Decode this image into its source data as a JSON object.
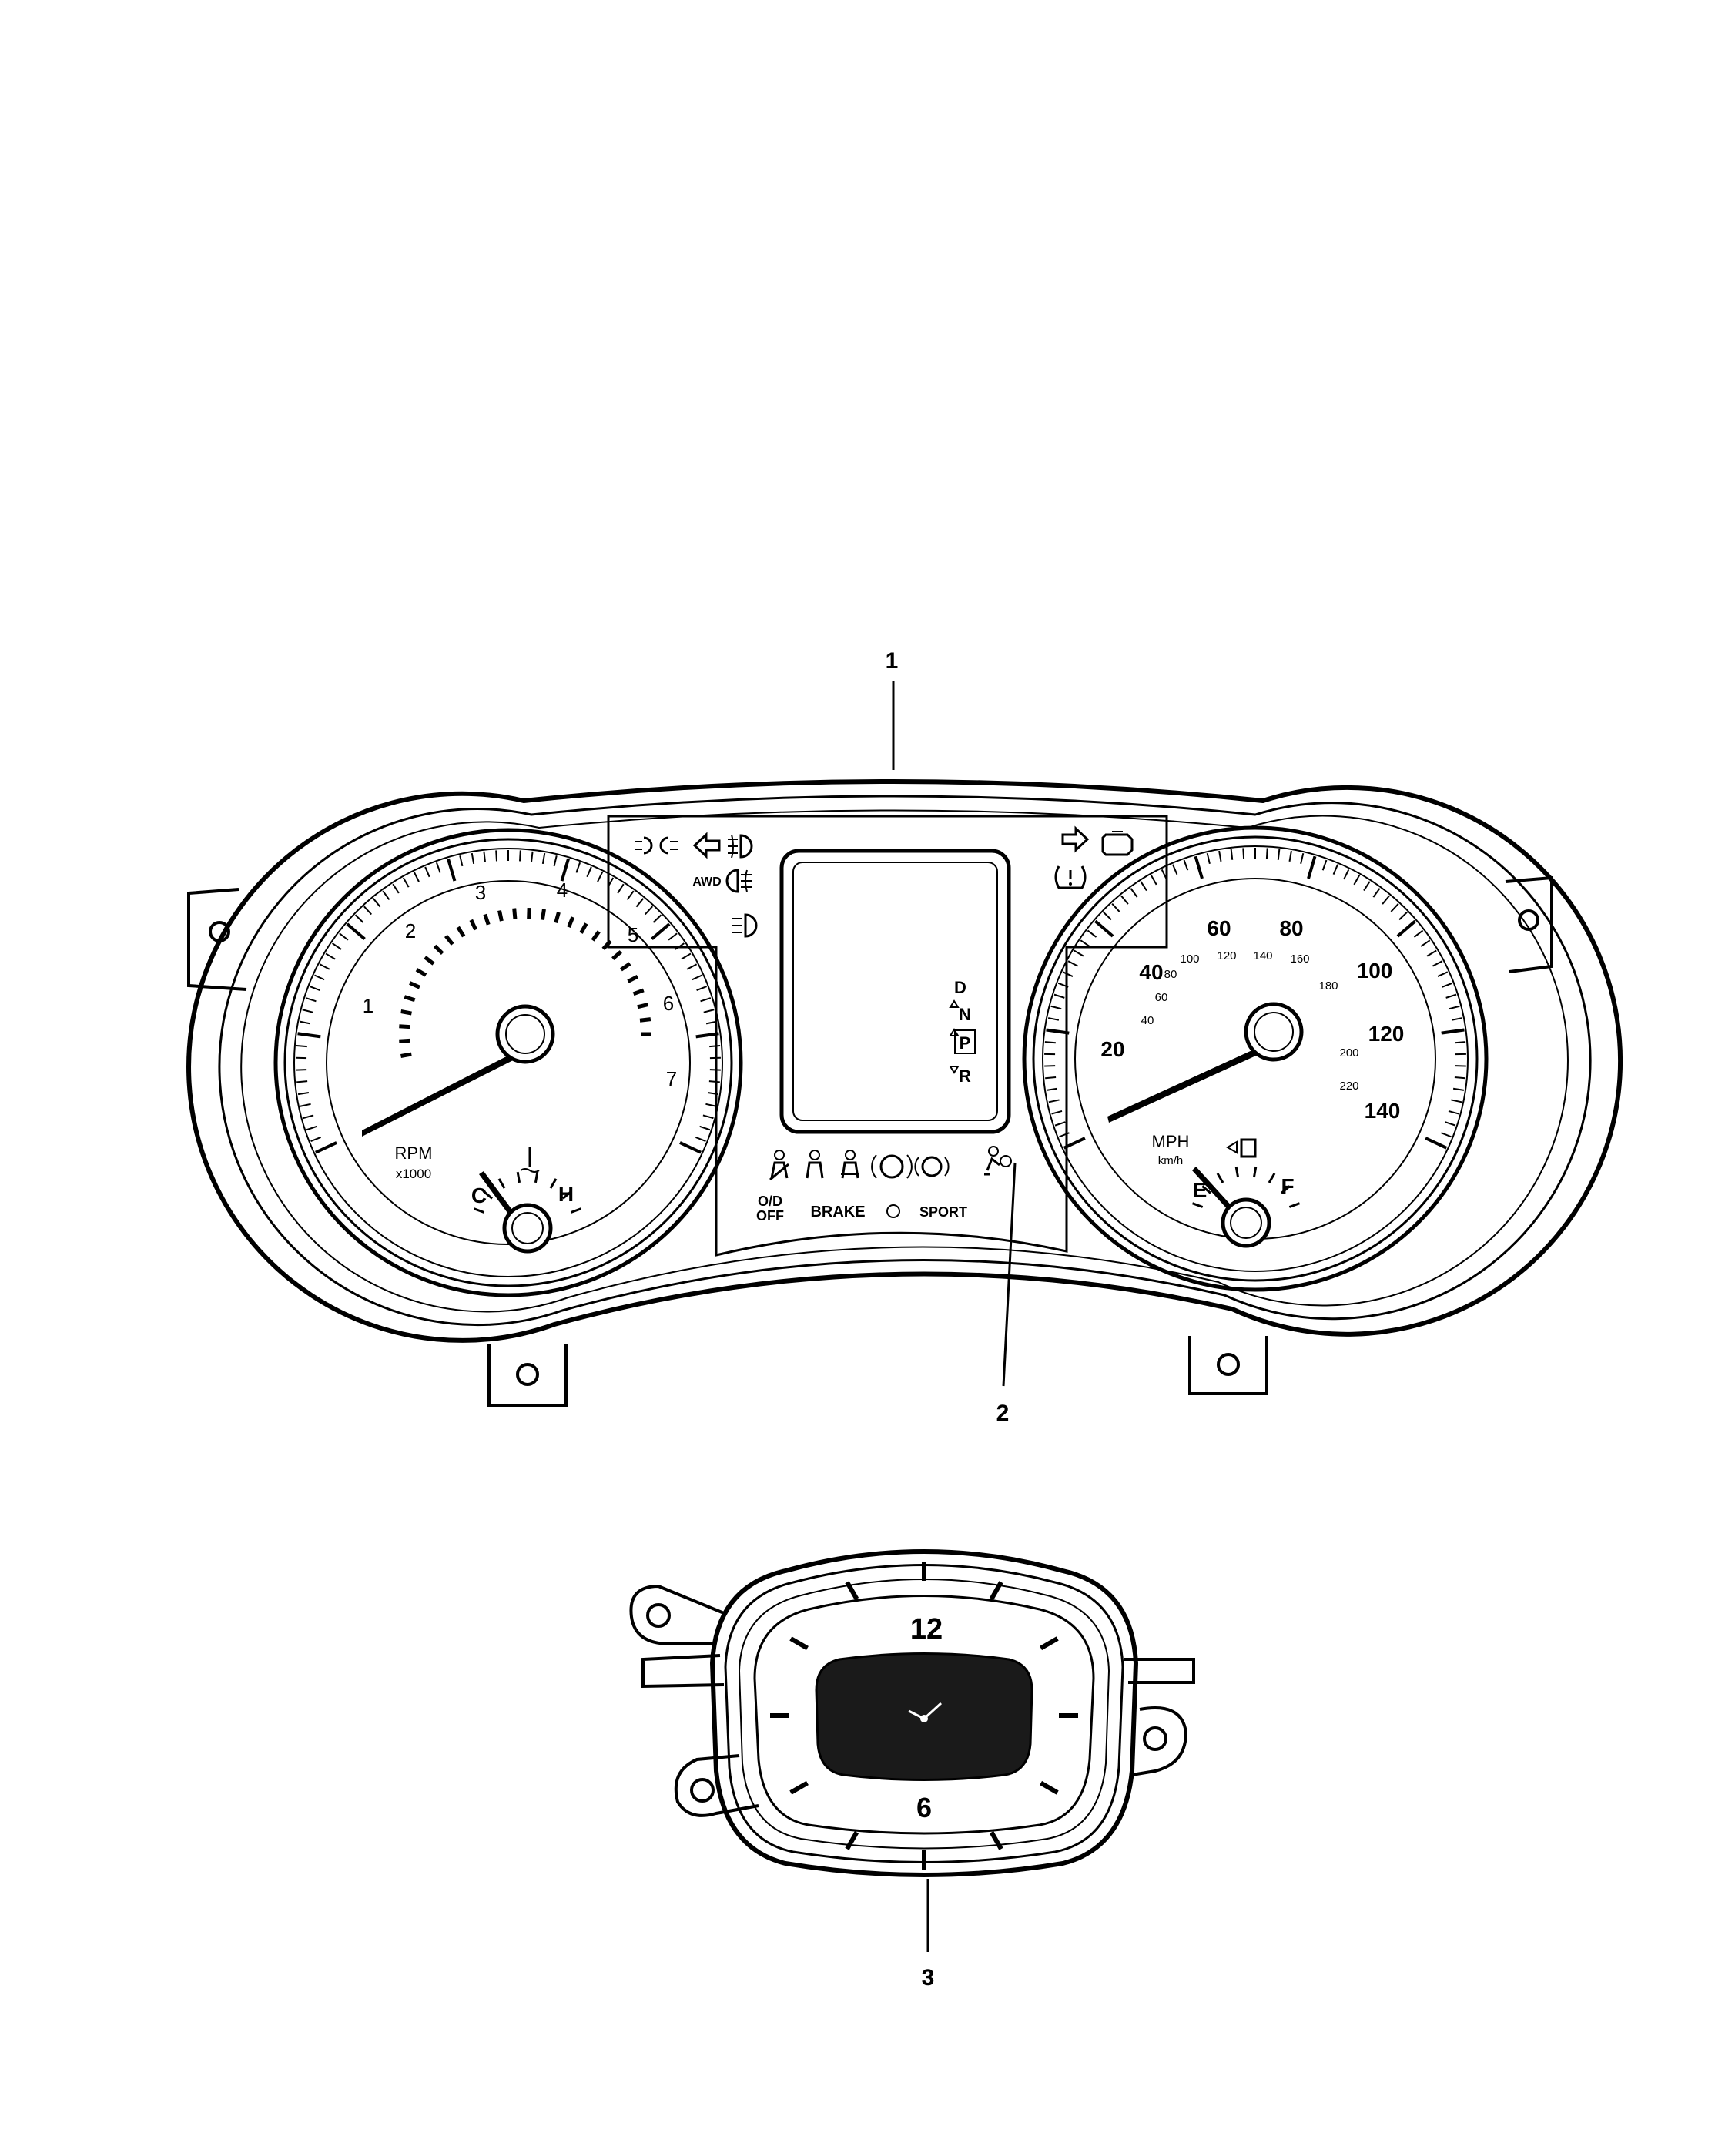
{
  "callouts": [
    {
      "num": "1",
      "part": "instrument-cluster"
    },
    {
      "num": "2",
      "part": "cluster-lens"
    },
    {
      "num": "3",
      "part": "clock"
    }
  ],
  "tachometer": {
    "ticks": [
      "1",
      "2",
      "3",
      "4",
      "5",
      "6",
      "7"
    ],
    "label": "RPM",
    "unit": "x1000",
    "temp_low": "C",
    "temp_high": "H"
  },
  "speedometer": {
    "mph_ticks": [
      "20",
      "40",
      "60",
      "80",
      "100",
      "120",
      "140"
    ],
    "kmh_ticks": [
      "40",
      "60",
      "80",
      "100",
      "120",
      "140",
      "160",
      "180",
      "200",
      "220"
    ],
    "label": "MPH",
    "unit": "km/h",
    "fuel_empty": "E",
    "fuel_full": "F"
  },
  "indicators": {
    "awd": "AWD",
    "od_off_1": "O/D",
    "od_off_2": "OFF",
    "brake": "BRAKE",
    "sport": "SPORT"
  },
  "gear_selector": [
    "D",
    "N",
    "P",
    "R"
  ],
  "clock": {
    "top": "12",
    "bottom": "6"
  },
  "icons": [
    "parking-lamp-icon",
    "left-turn-arrow-icon",
    "front-fog-lamp-icon",
    "rear-fog-lamp-icon",
    "high-beam-icon",
    "right-turn-arrow-icon",
    "check-engine-icon",
    "tire-pressure-icon",
    "seatbelt-icon",
    "stability-control-icon",
    "parking-brake-icon",
    "airbag-icon",
    "fuel-pump-icon",
    "coolant-temp-icon"
  ]
}
